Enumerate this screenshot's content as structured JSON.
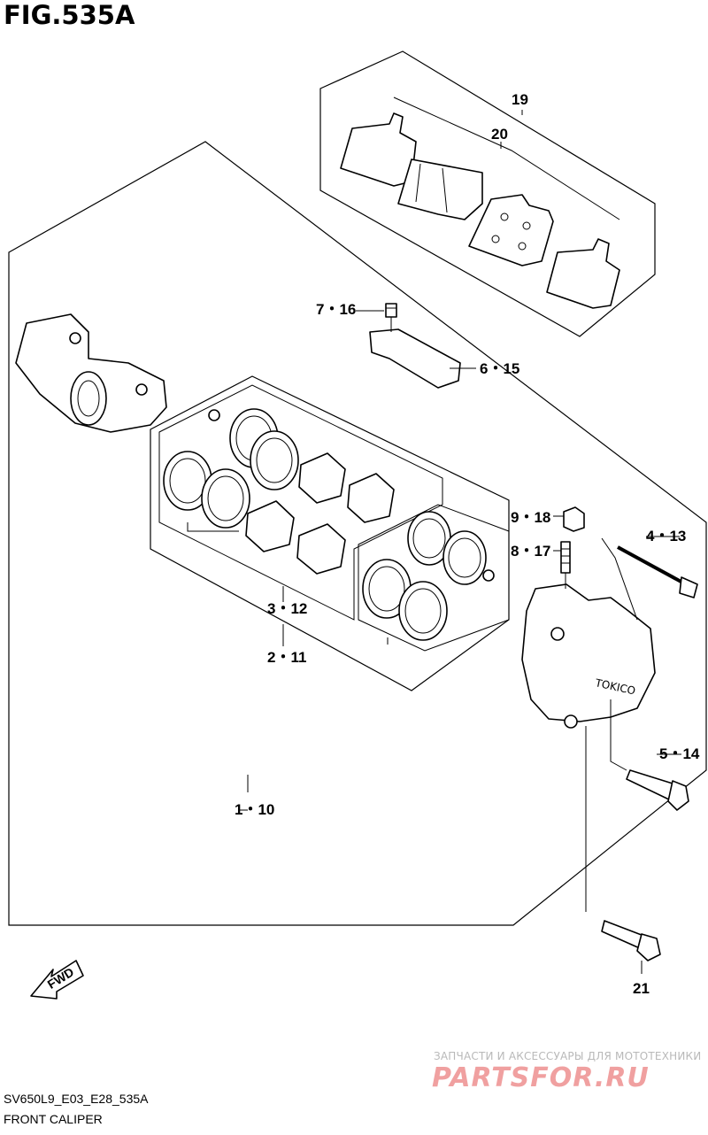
{
  "figure": {
    "title": "FIG.535A",
    "code": "SV650L9_E03_E28_535A",
    "caption": "FRONT CALIPER"
  },
  "labels": {
    "l19": "19",
    "l20": "20",
    "l7_16": "7・16",
    "l6_15": "6・15",
    "l9_18": "9・18",
    "l4_13": "4・13",
    "l8_17": "8・17",
    "l3_12": "3・12",
    "l2_11": "2・11",
    "l5_14": "5・14",
    "l1_10": "1・10",
    "l21": "21"
  },
  "direction_arrow": {
    "text": "FWD"
  },
  "watermark": {
    "tagline": "ЗАПЧАСТИ И АКСЕССУАРЫ ДЛЯ МОТОТЕХНИКИ",
    "logo": "PARTSFOR.RU"
  }
}
